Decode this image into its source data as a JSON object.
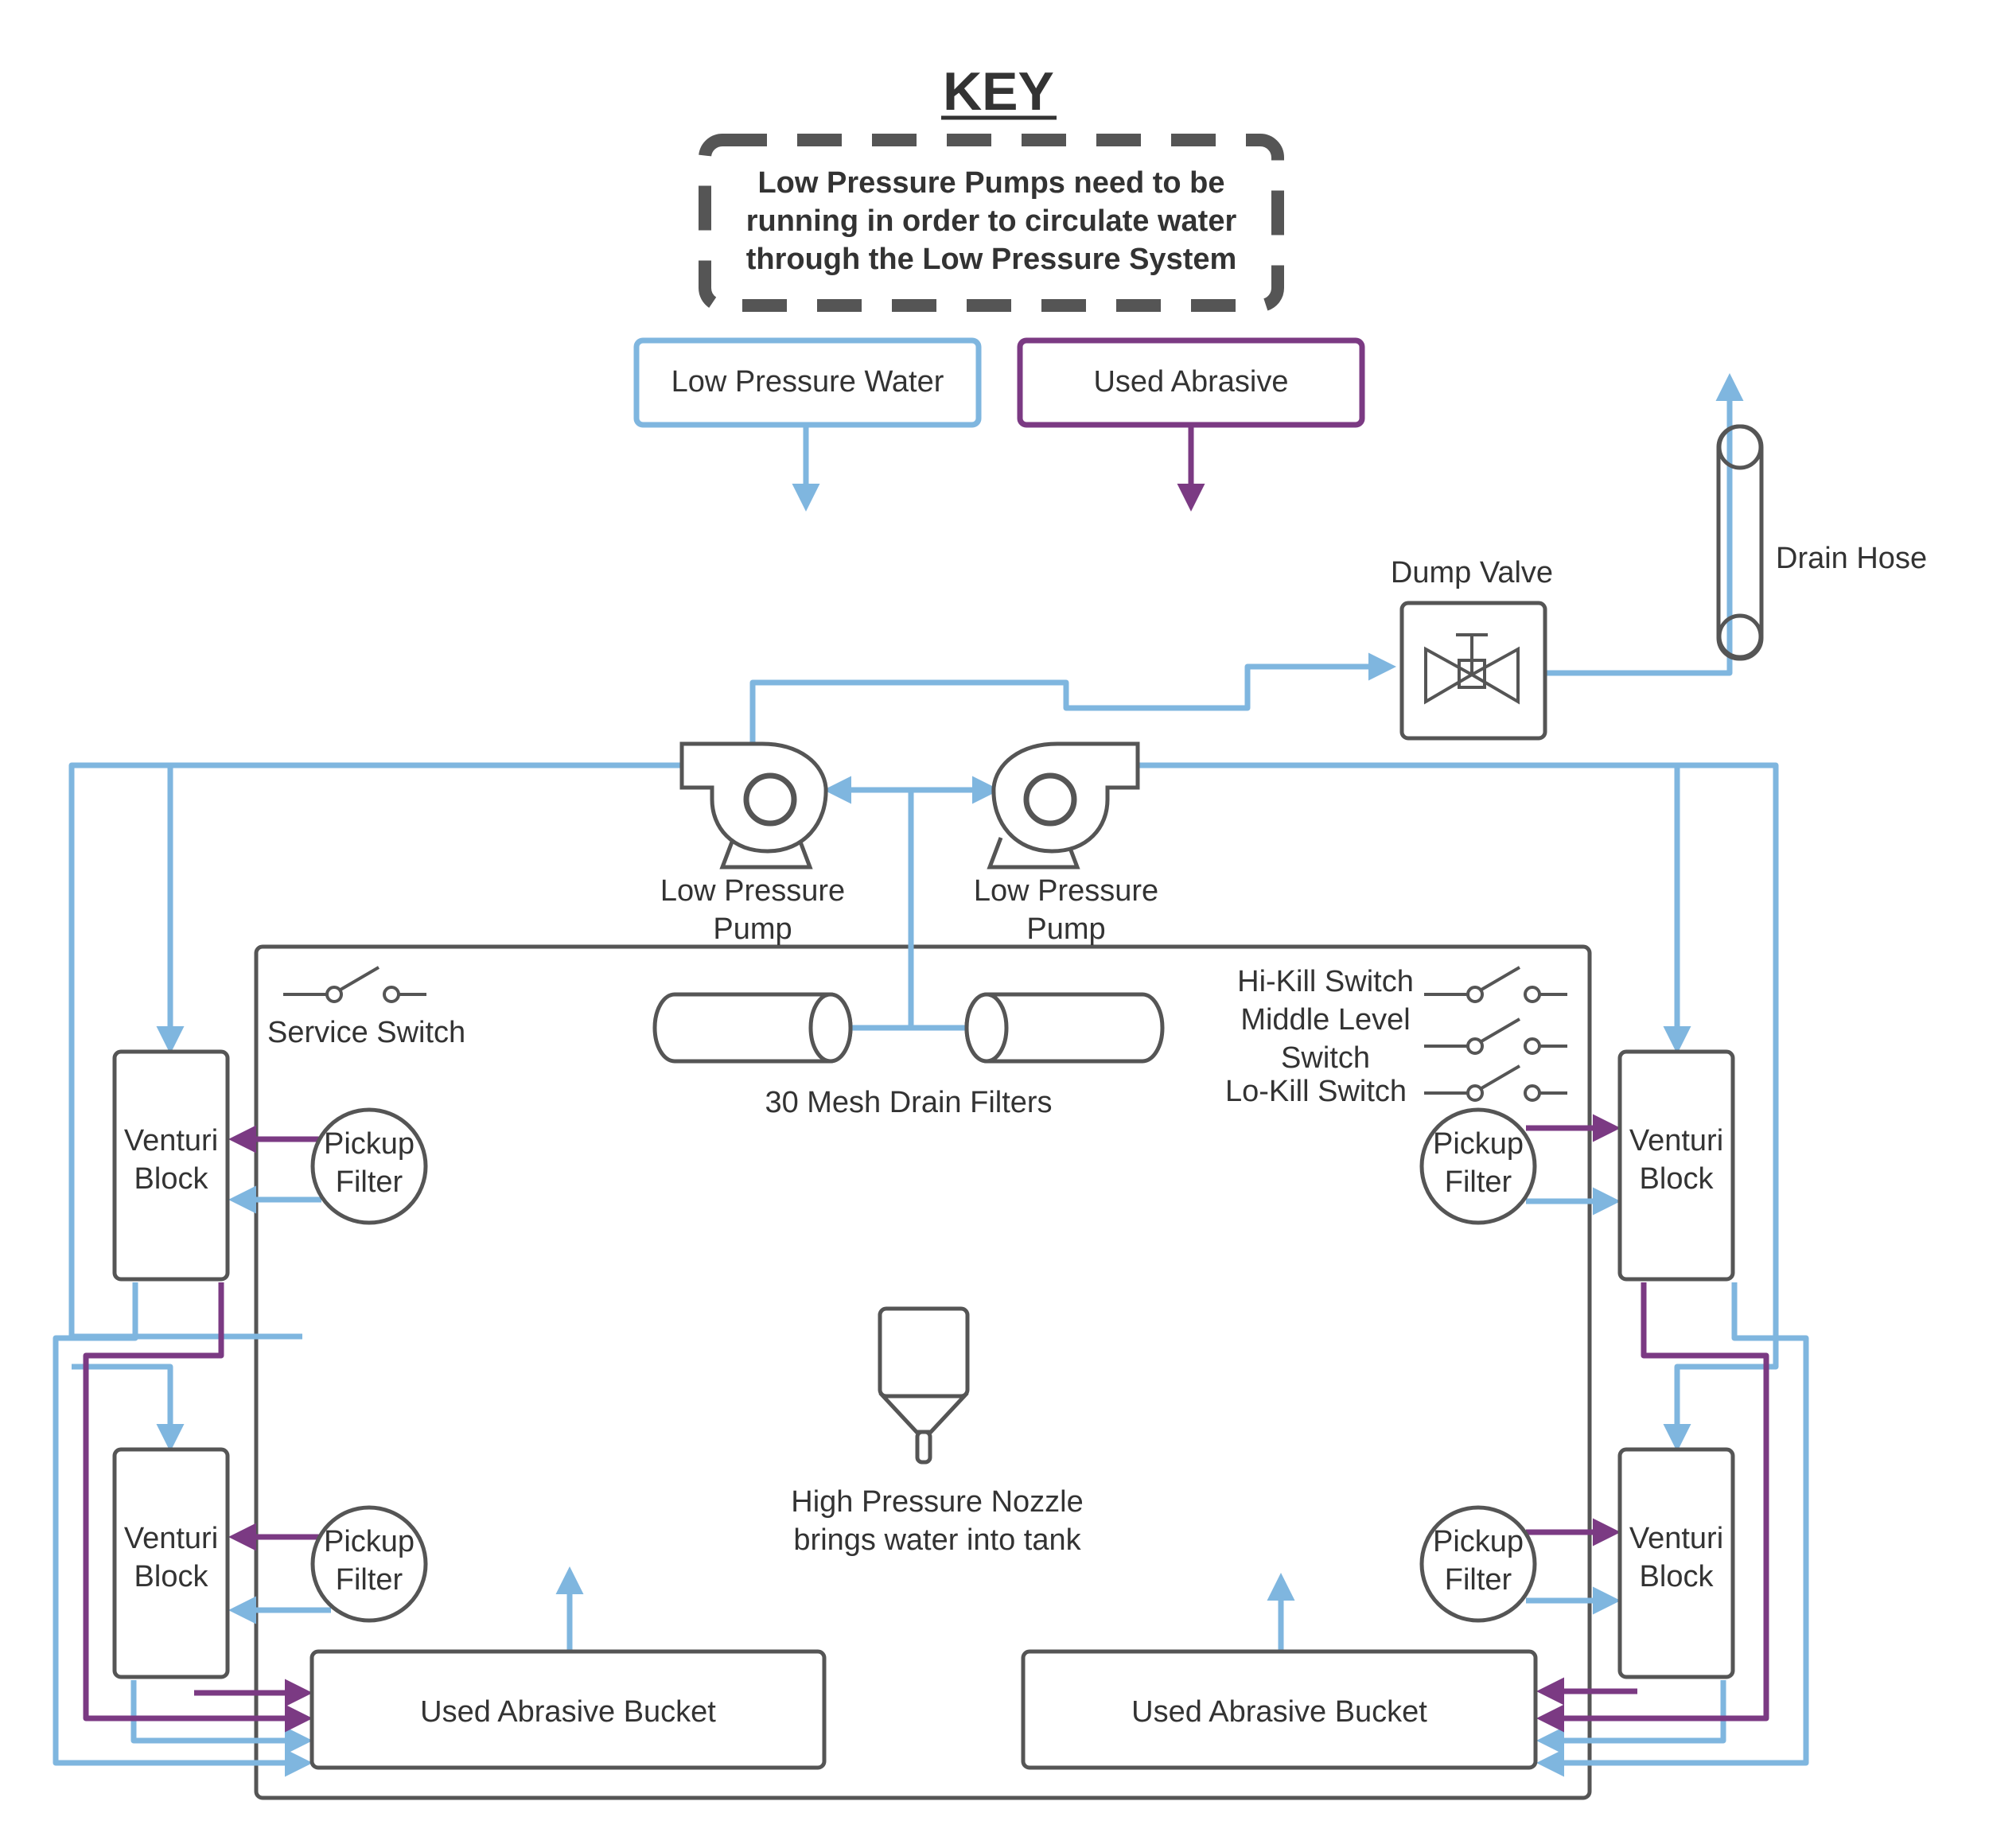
{
  "colors": {
    "low_pressure_water": "#7fb6df",
    "used_abrasive": "#7b3a83",
    "outline": "#555555",
    "text": "#333333"
  },
  "key": {
    "title": "KEY",
    "note_lines": [
      "Low Pressure Pumps need to be",
      "running in order to circulate water",
      "through the Low Pressure System"
    ],
    "low_pressure_water": "Low Pressure Water",
    "used_abrasive": "Used Abrasive"
  },
  "labels": {
    "dump_valve": "Dump Valve",
    "drain_hose": "Drain Hose",
    "pump_left": [
      "Low Pressure",
      "Pump"
    ],
    "pump_right": [
      "Low Pressure",
      "Pump"
    ],
    "service_switch": "Service Switch",
    "mesh_filters": "30 Mesh Drain Filters",
    "hi_kill": "Hi-Kill Switch",
    "middle_level": [
      "Middle Level",
      "Switch"
    ],
    "lo_kill": "Lo-Kill Switch",
    "venturi_block": [
      "Venturi",
      "Block"
    ],
    "pickup_filter": [
      "Pickup",
      "Filter"
    ],
    "nozzle": [
      "High Pressure Nozzle",
      "brings water into tank"
    ],
    "bucket": "Used Abrasive Bucket"
  }
}
